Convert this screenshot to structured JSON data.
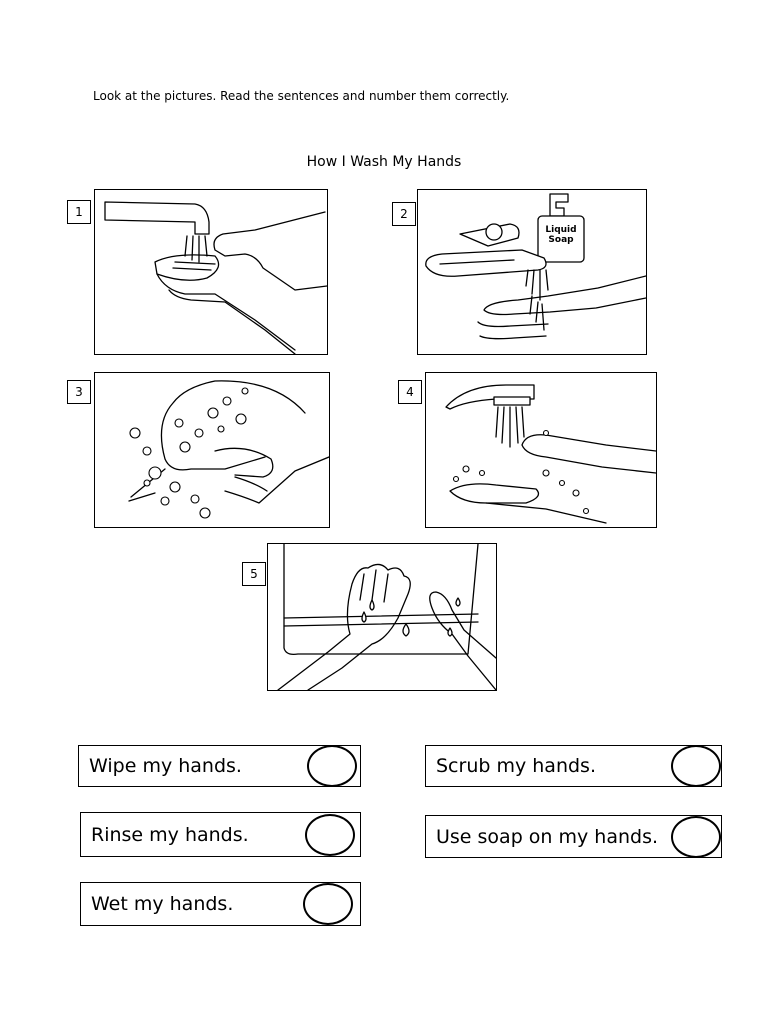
{
  "instructions": "Look at the pictures.  Read the sentences and number them correctly.",
  "title": "How I Wash My Hands",
  "pictures": [
    {
      "number": "1",
      "icon": "wet-hands-under-tap-icon"
    },
    {
      "number": "2",
      "icon": "soap-dispenser-and-tap-icon",
      "soap_label_line1": "Liquid",
      "soap_label_line2": "Soap"
    },
    {
      "number": "3",
      "icon": "scrubbing-hands-with-bubbles-icon"
    },
    {
      "number": "4",
      "icon": "rinsing-hands-under-tap-icon"
    },
    {
      "number": "5",
      "icon": "wiping-hands-on-towel-icon"
    }
  ],
  "sentences": [
    {
      "text": "Wipe my hands.",
      "answer": ""
    },
    {
      "text": "Scrub my hands.",
      "answer": ""
    },
    {
      "text": "Rinse my hands.",
      "answer": ""
    },
    {
      "text": "Use soap on my hands.",
      "answer": ""
    },
    {
      "text": "Wet my hands.",
      "answer": ""
    }
  ]
}
